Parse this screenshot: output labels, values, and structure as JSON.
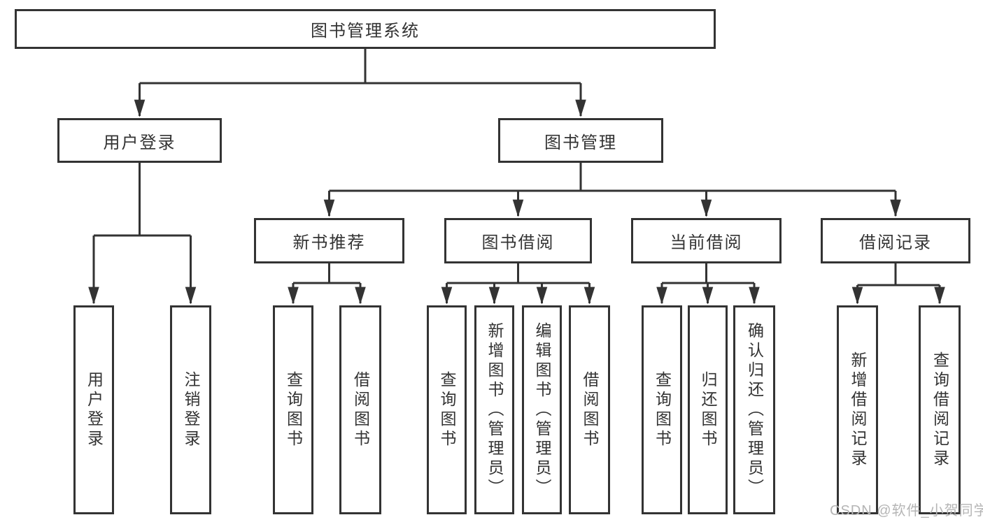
{
  "diagram": {
    "root": {
      "label": "图书管理系统"
    },
    "level2": {
      "user_login": {
        "label": "用户登录"
      },
      "book_mgmt": {
        "label": "图书管理"
      }
    },
    "level3": {
      "new_book_rec": {
        "label": "新书推荐"
      },
      "book_borrow": {
        "label": "图书借阅"
      },
      "current_borrow": {
        "label": "当前借阅"
      },
      "borrow_record": {
        "label": "借阅记录"
      }
    },
    "leaves": {
      "login": {
        "label": "用户登录"
      },
      "logout": {
        "label": "注销登录"
      },
      "rec_query_book": {
        "label": "查询图书"
      },
      "rec_borrow_book": {
        "label": "借阅图书"
      },
      "bb_query_book": {
        "label": "查询图书"
      },
      "bb_add_book": {
        "label": "新增图书（管理员）"
      },
      "bb_edit_book": {
        "label": "编辑图书（管理员）"
      },
      "bb_borrow_book": {
        "label": "借阅图书"
      },
      "cb_query_book": {
        "label": "查询图书"
      },
      "cb_return_book": {
        "label": "归还图书"
      },
      "cb_confirm_return": {
        "label": "确认归还（管理员）"
      },
      "br_add_record": {
        "label": "新增借阅记录"
      },
      "br_query_record": {
        "label": "查询借阅记录"
      }
    }
  },
  "watermark": {
    "text": "CSDN @软件_小贺同学"
  },
  "colors": {
    "line": "#333333",
    "text": "#333333",
    "background": "#ffffff",
    "watermark": "#b5b5b5"
  }
}
